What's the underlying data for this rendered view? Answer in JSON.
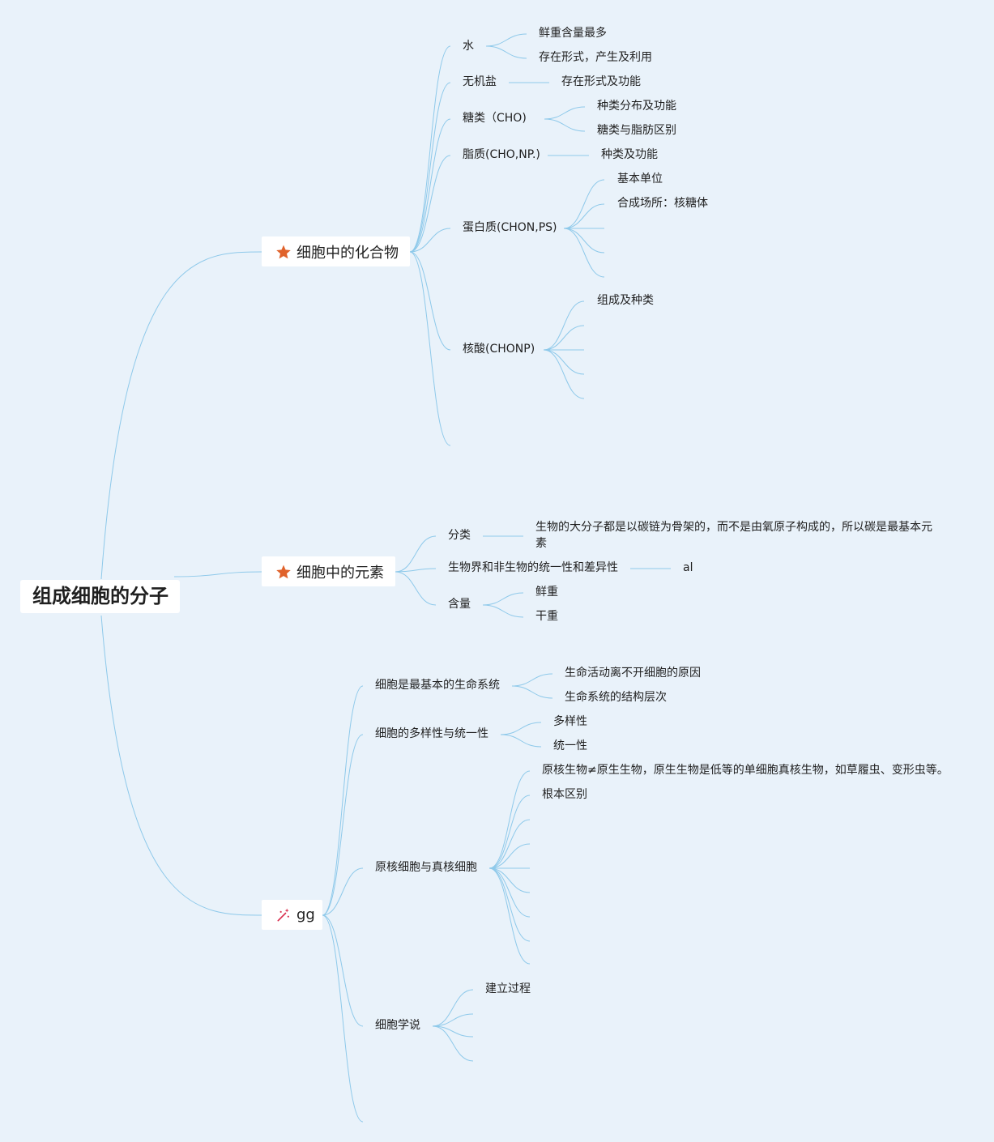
{
  "root": {
    "label": "组成细胞的分子"
  },
  "branches": [
    {
      "label": "细胞中的化合物",
      "icon": "star-icon",
      "children": [
        {
          "label": "水",
          "children": [
            "鲜重含量最多",
            "存在形式，产生及利用"
          ]
        },
        {
          "label": "无机盐",
          "children": [
            "存在形式及功能"
          ]
        },
        {
          "label": "糖类（CHO)",
          "children": [
            "种类分布及功能",
            "糖类与脂肪区别"
          ]
        },
        {
          "label": "脂质(CHO,NP.)",
          "children": [
            "种类及功能"
          ]
        },
        {
          "label": "蛋白质(CHON,PS)",
          "children": [
            "基本单位",
            "合成场所：核糖体",
            "",
            "",
            ""
          ]
        },
        {
          "label": "核酸(CHONP)",
          "children": [
            "组成及种类",
            "",
            "",
            "",
            ""
          ]
        },
        {
          "label": "",
          "children": []
        }
      ]
    },
    {
      "label": "细胞中的元素",
      "icon": "star-icon",
      "children": [
        {
          "label": "分类",
          "children": [
            "￼生物的大分子都是以碳链为骨架的，而不是由氧原子构成的，所以碳是最基本元素"
          ]
        },
        {
          "label": "生物界和非生物的统一性和差异性",
          "children": [
            "al"
          ]
        },
        {
          "label": "含量",
          "children": [
            "鲜重",
            "干重"
          ]
        }
      ]
    },
    {
      "label": "gg",
      "icon": "magic-wand-icon",
      "children": [
        {
          "label": "细胞是最基本的生命系统",
          "children": [
            "生命活动离不开细胞的原因",
            "生命系统的结构层次"
          ]
        },
        {
          "label": "细胞的多样性与统一性",
          "children": [
            "多样性",
            "统一性"
          ]
        },
        {
          "label": "原核细胞与真核细胞",
          "children": [
            "原核生物≠原生生物，原生生物是低等的单细胞真核生物，如草履虫、变形虫等。",
            "根本区别",
            "",
            "",
            "",
            "",
            "",
            "",
            ""
          ]
        },
        {
          "label": "细胞学说",
          "children": [
            "建立过程",
            "",
            "",
            ""
          ]
        },
        {
          "label": "",
          "children": []
        }
      ]
    }
  ],
  "colors": {
    "background": "#e9f2fa",
    "connector": "#8ec9ea",
    "star": "#e0622b",
    "wand": "#d9304f",
    "node_fill": "#ffffff"
  }
}
